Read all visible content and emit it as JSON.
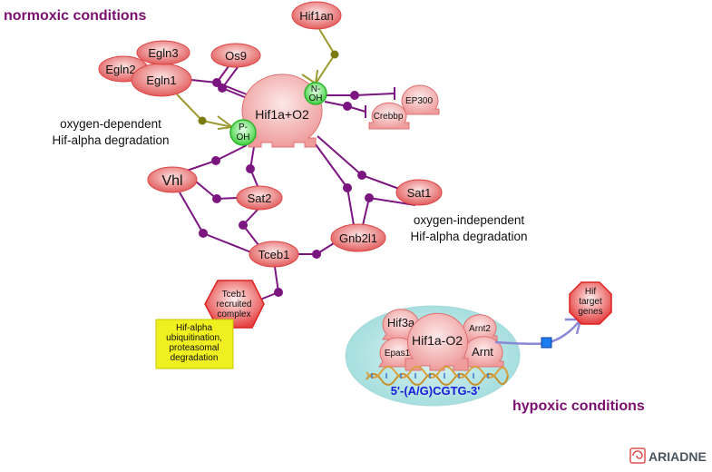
{
  "labels": {
    "normoxic": "normoxic conditions",
    "hypoxic": "hypoxic conditions",
    "oxygen_dependent": [
      "oxygen-dependent",
      "Hif-alpha degradation"
    ],
    "oxygen_independent": [
      "oxygen-independent",
      "Hif-alpha degradation"
    ],
    "dna_motif": "5'-(A/G)CGTG-3'"
  },
  "nodes": {
    "hif1an": "Hif1an",
    "egln3": "Egln3",
    "egln2": "Egln2",
    "egln1": "Egln1",
    "os9": "Os9",
    "hif1a_o2_complex": "Hif1a+O2",
    "n_oh": [
      "N-",
      "OH"
    ],
    "p_oh": [
      "P-",
      "OH"
    ],
    "ep300": "EP300",
    "crebbp": "Crebbp",
    "vhl": "Vhl",
    "sat2": "Sat2",
    "sat1": "Sat1",
    "gnb2l1": "Gnb2l1",
    "tceb1": "Tceb1",
    "tceb1_complex": [
      "Tceb1",
      "recruited",
      "complex"
    ],
    "ubiquitination_note": [
      "Hif-alpha",
      "ubiquitination,",
      "proteasomal",
      "degradation"
    ],
    "hif3a": "Hif3a",
    "epas1": "Epas1",
    "hif1a_o2_hypoxic": "Hif1a-O2",
    "arnt2": "Arnt2",
    "arnt": "Arnt",
    "hif_target_genes": [
      "Hif",
      "target",
      "genes"
    ]
  },
  "logo": "ARIADNE",
  "colors": {
    "condition_text": "#7a0f6e",
    "edge": "#7b1580",
    "protein_fill": "#f2a0a0",
    "hydroxyl_fill": "#7ee07e",
    "note_fill": "#f0f020",
    "nucleus_fill": "#bfe6e6",
    "motif_text": "#1a1ad8"
  }
}
